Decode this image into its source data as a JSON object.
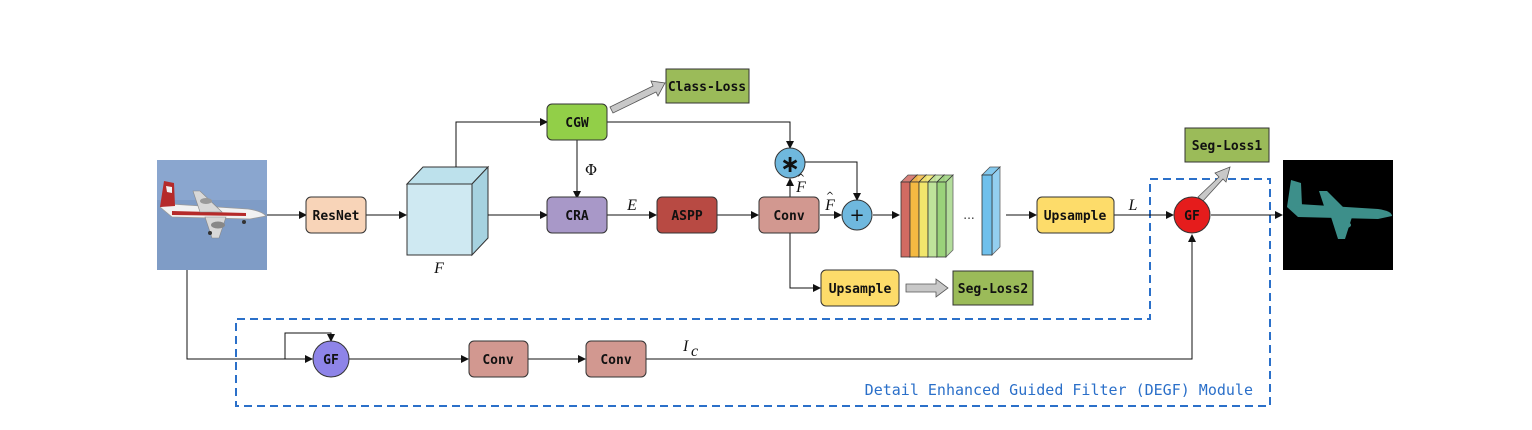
{
  "colors": {
    "resnet": "#f8d4b8",
    "cra": "#a898c8",
    "aspp": "#b84a43",
    "conv": "#d29890",
    "cgw": "#92cf48",
    "upsample": "#fddc6a",
    "loss": "#9bbb59",
    "gf_top": "#e51c1c",
    "gf_bottom": "#8e84e8",
    "op_circle": "#6fb8de",
    "cube_front": "#cfe9f2",
    "cube_side": "#a6d2e0",
    "cube_top": "#bde1ec",
    "dashed_border": "#2b70c9",
    "arrow": "#c8c8c8",
    "plane_sky": "#7f9cc6",
    "mask_bg": "#000000",
    "mask_fg": "#3d8f8a"
  },
  "images": {
    "input": "airplane-photo",
    "output": "segmentation-mask"
  },
  "boxes": {
    "resnet": "ResNet",
    "cgw": "CGW",
    "cra": "CRA",
    "aspp": "ASPP",
    "conv_main": "Conv",
    "upsample_mid": "Upsample",
    "upsample_right": "Upsample",
    "class_loss": "Class-Loss",
    "seg_loss1": "Seg-Loss1",
    "seg_loss2": "Seg-Loss2",
    "conv_bottom_1": "Conv",
    "conv_bottom_2": "Conv"
  },
  "nodes": {
    "gf_top": "GF",
    "gf_bottom": "GF",
    "multiply": "∗",
    "add": "+"
  },
  "labels": {
    "F": "F",
    "phi": "Φ",
    "E": "E",
    "F_hat": "F",
    "hat": "^",
    "L": "L",
    "Ic": "I",
    "Ic_sub": "c",
    "dots": "..."
  },
  "module": {
    "title": "Detail Enhanced Guided Filter (DEGF) Module"
  },
  "feature_stack_colors": [
    "#d26b62",
    "#f4b942",
    "#f2e66c",
    "#bfe39a",
    "#9ad27a"
  ],
  "feature_last_color": "#6fc0ec"
}
